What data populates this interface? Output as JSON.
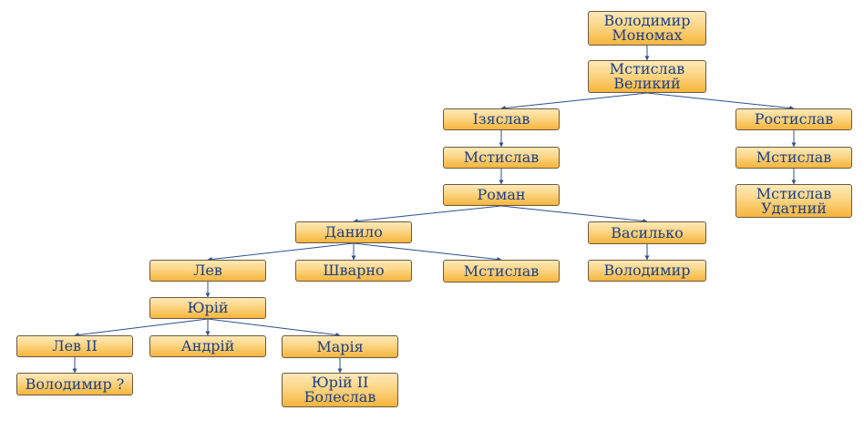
{
  "nodes": [
    {
      "id": "volodymyr-monomakh",
      "label": "Володимир\nМономах"
    },
    {
      "id": "mstyslav-velykyi",
      "label": "Мстислав\nВеликий"
    },
    {
      "id": "iziaslav",
      "label": "Ізяслав"
    },
    {
      "id": "rostyslav",
      "label": "Ростислав"
    },
    {
      "id": "mstyslav-1",
      "label": "Мстислав"
    },
    {
      "id": "mstyslav-2",
      "label": "Мстислав"
    },
    {
      "id": "roman",
      "label": "Роман"
    },
    {
      "id": "mstyslav-udatnyi",
      "label": "Мстислав\nУдатний"
    },
    {
      "id": "danylo",
      "label": "Данило"
    },
    {
      "id": "vasylko",
      "label": "Василько"
    },
    {
      "id": "lev",
      "label": "Лев"
    },
    {
      "id": "shvarno",
      "label": "Шварно"
    },
    {
      "id": "mstyslav-3",
      "label": "Мстислав"
    },
    {
      "id": "volodymyr",
      "label": "Володимир"
    },
    {
      "id": "yurii",
      "label": "Юрій"
    },
    {
      "id": "lev-ii",
      "label": "Лев II"
    },
    {
      "id": "andrii",
      "label": "Андрій"
    },
    {
      "id": "mariia",
      "label": "Марія"
    },
    {
      "id": "volodymyr-q",
      "label": "Володимир ?"
    },
    {
      "id": "yurii-ii-boleslav",
      "label": "Юрій II\nБолеслав"
    }
  ],
  "edges": [
    [
      "volodymyr-monomakh",
      "mstyslav-velykyi"
    ],
    [
      "mstyslav-velykyi",
      "iziaslav"
    ],
    [
      "mstyslav-velykyi",
      "rostyslav"
    ],
    [
      "iziaslav",
      "mstyslav-1"
    ],
    [
      "mstyslav-1",
      "roman"
    ],
    [
      "rostyslav",
      "mstyslav-2"
    ],
    [
      "mstyslav-2",
      "mstyslav-udatnyi"
    ],
    [
      "roman",
      "danylo"
    ],
    [
      "roman",
      "vasylko"
    ],
    [
      "danylo",
      "lev"
    ],
    [
      "danylo",
      "shvarno"
    ],
    [
      "danylo",
      "mstyslav-3"
    ],
    [
      "vasylko",
      "volodymyr"
    ],
    [
      "lev",
      "yurii"
    ],
    [
      "yurii",
      "lev-ii"
    ],
    [
      "yurii",
      "andrii"
    ],
    [
      "yurii",
      "mariia"
    ],
    [
      "lev-ii",
      "volodymyr-q"
    ],
    [
      "mariia",
      "yurii-ii-boleslav"
    ]
  ],
  "colors": {
    "node_text": "#1c3f86",
    "node_border": "#6b5a3e",
    "node_fill_top": "#fde9b8",
    "node_fill_bottom": "#f7b53c",
    "edge": "#2c4f8f"
  }
}
